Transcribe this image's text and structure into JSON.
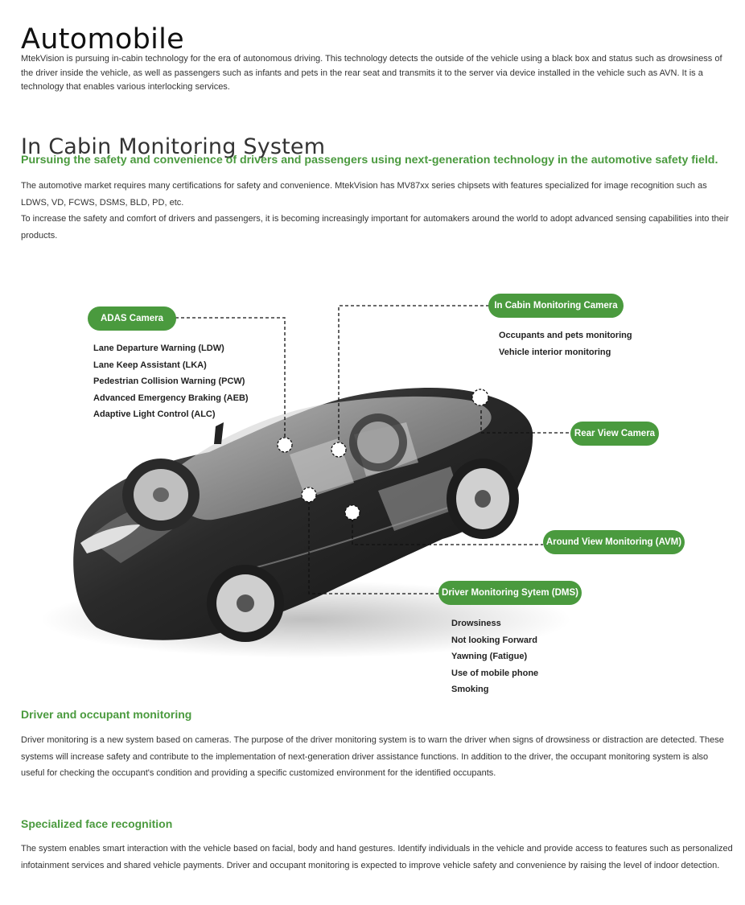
{
  "page": {
    "title": "Automobile",
    "intro": "MtekVision is pursuing in-cabin technology for the era of autonomous driving. This technology detects the outside of the vehicle using a black box and status such as drowsiness of the driver inside the vehicle, as well as passengers such as infants and pets in the rear seat and transmits it to the server via device installed in the vehicle such as AVN. It is a technology that enables various interlocking services."
  },
  "section": {
    "title": "In Cabin Monitoring System",
    "headline": "Pursuing the safety and convenience of drivers and passengers using next-generation technology in the automotive safety field.",
    "paragraph1": "The automotive market requires many certifications for safety and convenience. MtekVision has MV87xx series chipsets with features specialized for image recognition such as LDWS, VD, FCWS, DSMS, BLD, PD, etc.",
    "paragraph2": "To increase the safety and comfort of drivers and passengers, it is becoming increasingly important for automakers around the world to adopt advanced sensing capabilities into their products."
  },
  "diagram": {
    "accent_color": "#4a9a3e",
    "adas": {
      "label": "ADAS Camera",
      "features": [
        "Lane Departure Warning (LDW)",
        "Lane Keep Assistant (LKA)",
        "Pedestrian Collision Warning (PCW)",
        "Advanced Emergency Braking (AEB)",
        "Adaptive Light Control (ALC)"
      ]
    },
    "in_cabin": {
      "label": "In Cabin Monitoring Camera",
      "features": [
        "Occupants and pets monitoring",
        "Vehicle interior monitoring"
      ]
    },
    "rear_view": {
      "label": "Rear View Camera"
    },
    "avm": {
      "label": "Around View Monitoring (AVM)"
    },
    "dms": {
      "label": "Driver Monitoring Sytem (DMS)",
      "features": [
        "Drowsiness",
        "Not looking Forward",
        "Yawning (Fatigue)",
        "Use of mobile phone",
        "Smoking"
      ]
    }
  },
  "driver_monitoring": {
    "title": "Driver and occupant monitoring",
    "text": "Driver monitoring is a new system based on cameras. The purpose of the driver monitoring system is to warn the driver when signs of drowsiness or distraction are detected. These systems will increase safety and contribute to the implementation of next-generation driver assistance functions. In addition to the driver, the occupant monitoring system is also useful for checking the occupant's condition and providing a specific customized environment for the identified occupants."
  },
  "face_recognition": {
    "title": "Specialized face recognition",
    "text": "The system enables smart interaction with the vehicle based on facial, body and hand gestures. Identify individuals in the vehicle and provide access to features such as personalized infotainment services and shared vehicle payments. Driver and occupant monitoring is expected to improve vehicle safety and convenience by raising the level of indoor detection."
  }
}
